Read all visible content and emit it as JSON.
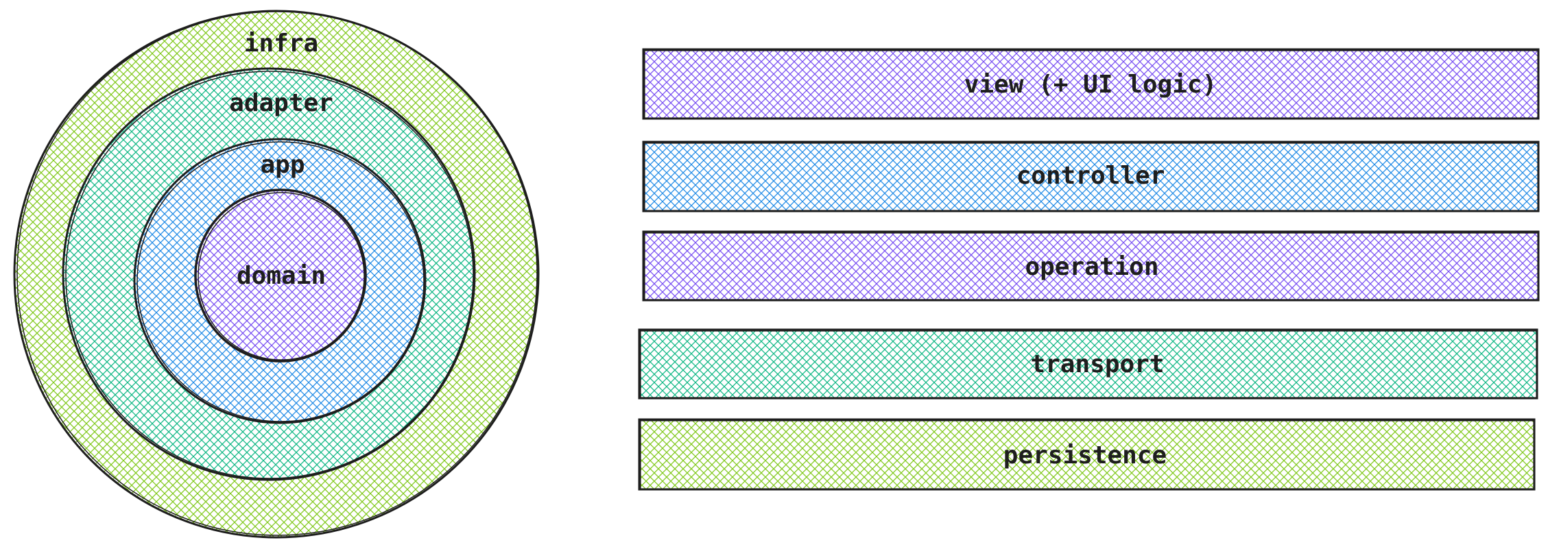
{
  "onion": {
    "rings": [
      {
        "key": "infra",
        "label": "infra",
        "color": "#82c91e"
      },
      {
        "key": "adapter",
        "label": "adapter",
        "color": "#12b886"
      },
      {
        "key": "app",
        "label": "app",
        "color": "#228be6"
      },
      {
        "key": "domain",
        "label": "domain",
        "color": "#7950f2"
      }
    ]
  },
  "layers": {
    "items": [
      {
        "key": "view",
        "label": "view (+ UI logic)",
        "color": "#7950f2"
      },
      {
        "key": "controller",
        "label": "controller",
        "color": "#228be6"
      },
      {
        "key": "operation",
        "label": "operation",
        "color": "#7950f2"
      },
      {
        "key": "transport",
        "label": "transport",
        "color": "#12b886"
      },
      {
        "key": "persistence",
        "label": "persistence",
        "color": "#82c91e"
      }
    ]
  },
  "stroke_color": "#1e1e1e"
}
